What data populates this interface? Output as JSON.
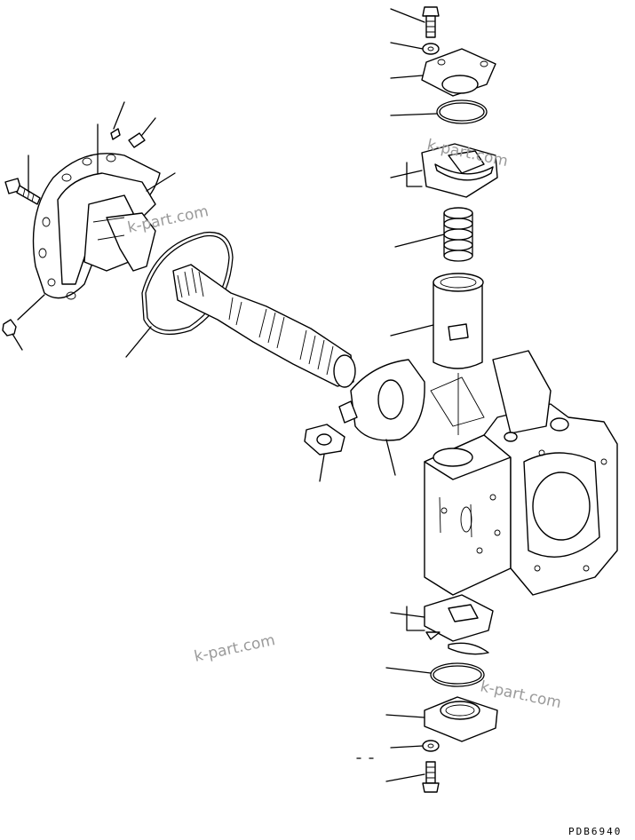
{
  "watermarks": [
    "k-part.com",
    "k-part.com",
    "k-part.com",
    "k-part.com"
  ],
  "drawing_code": "PDB6940",
  "parts": [
    "pin",
    "dowel-pin",
    "bolt",
    "end-cover-plate",
    "seal",
    "plug",
    "o-ring",
    "spline-shaft",
    "swash-plate",
    "slider-shoe",
    "pump-body",
    "piston-sleeve",
    "spring",
    "gasket-plate",
    "flange-cover",
    "washer",
    "bolt-top",
    "bolt-bottom"
  ]
}
